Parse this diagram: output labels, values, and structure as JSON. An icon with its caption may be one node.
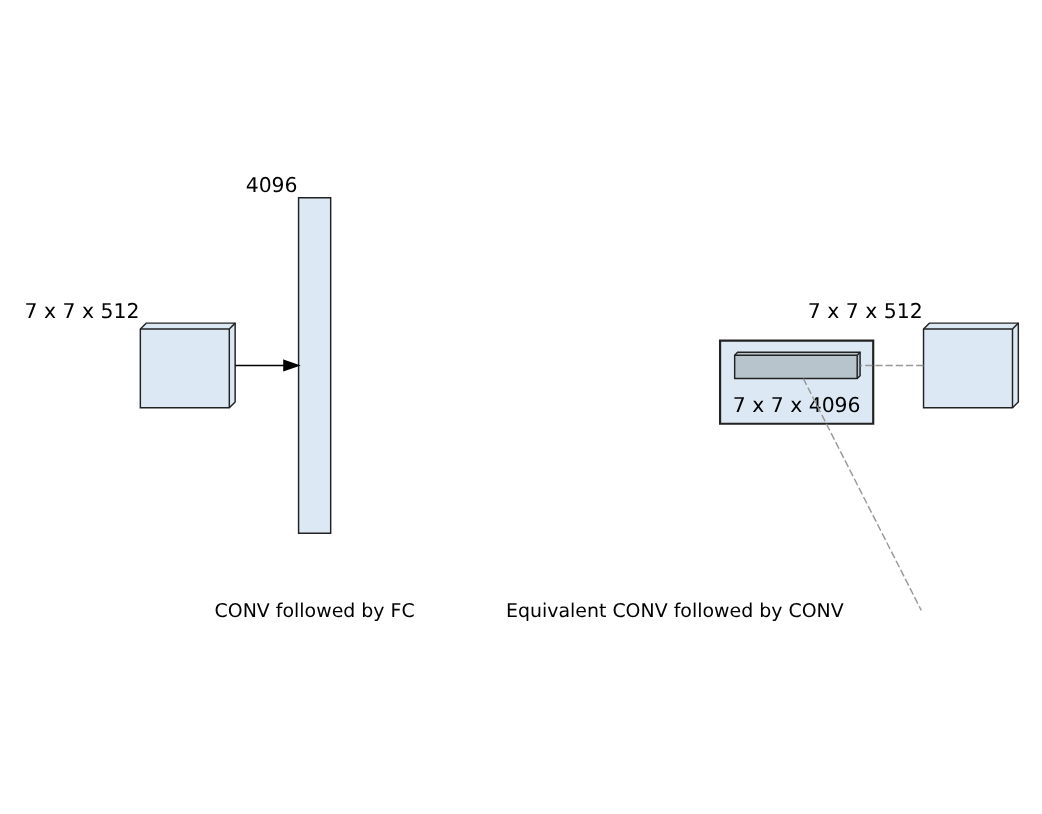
{
  "diagram": {
    "nodes": [
      {
        "text": [],
        "shape": "cube",
        "beside": [
          "7 x 7 x 512"
        ]
      },
      {
        "text": [],
        "shape": "bar",
        "beside": [
          "4096"
        ]
      },
      {
        "text": [],
        "shape": "cube",
        "beside": [
          "7 x 7 x 512"
        ]
      },
      {
        "text": [],
        "shape": "cube",
        "beside": [
          "7 x 7 x 4096"
        ]
      },
      {
        "text": [],
        "shape": "box",
        "in": 3
      }
    ],
    "edges": [
      {
        "from": 0,
        "to": 1,
        "arrow": "to",
        "color": "#000000"
      },
      {
        "from": 2,
        "to": 4,
        "arrow": "none",
        "style": "dashed",
        "color": "#999999"
      },
      {
        "from": 4,
        "to": null,
        "arrow": "none",
        "style": "dashed",
        "color": "#999999"
      }
    ],
    "labels": [
      "CONV followed by FC",
      "Equivalent CONV followed by CONV"
    ]
  }
}
